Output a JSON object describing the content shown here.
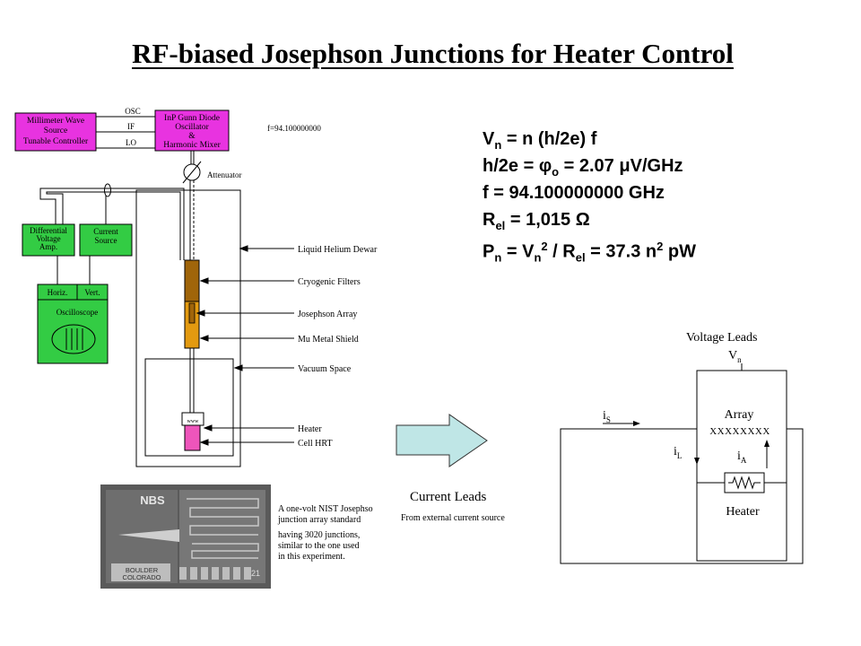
{
  "title": "RF-biased Josephson Junctions for Heater Control",
  "colors": {
    "magenta_box": "#e833e0",
    "green_box": "#33cc44",
    "filter_brown": "#a0650a",
    "shield_orange": "#e39a10",
    "heater_pink": "#ee55bb",
    "arrow_fill": "#bfe6e6"
  },
  "equations": {
    "line1": {
      "a": "V",
      "a_sub": "n",
      "rest": " = n (h/2e) f"
    },
    "line2": {
      "a": "h/2e = ",
      "phi": "φ",
      "phi_sub": "o",
      "rest": " = 2.07 ",
      "mu": "μ",
      "unit": "V/GHz"
    },
    "line3": {
      "text": "f = 94.100000000 GHz"
    },
    "line4": {
      "a": "R",
      "a_sub": "el",
      "rest": " = 1,015 ",
      "omega": "Ω"
    },
    "line5": {
      "a": "P",
      "a_sub": "n",
      "b": " = V",
      "b_sub": "n",
      "b_sup": "2",
      "c": " / R",
      "c_sub": "el",
      "d": " = 37.3 n",
      "d_sup": "2",
      "e": " pW"
    }
  },
  "apparatus": {
    "mm_wave_box": [
      "Millimeter Wave",
      "Source",
      "Tunable Controller"
    ],
    "gunn_box": [
      "InP Gunn Diode",
      "Oscillator",
      "&",
      "Harmonic Mixer"
    ],
    "osc": "OSC",
    "if": "IF",
    "lo": "LO",
    "freq": "f=94.100000000",
    "attenuator": "Attenuator",
    "diff_amp": [
      "Differential",
      "Voltage",
      "Amp."
    ],
    "current_source": [
      "Current",
      "Source"
    ],
    "horiz": "Horiz.",
    "vert": "Vert.",
    "oscilloscope": "Oscilloscope",
    "labels": [
      "Liquid Helium Dewar",
      "Cryogenic Filters",
      "Josephson Array",
      "Mu Metal Shield",
      "Vacuum Space",
      "Heater",
      "Cell HRT"
    ]
  },
  "photo": {
    "nbs": "NBS",
    "boulder": "BOULDER",
    "colorado": "COLORADO",
    "chip_num": "21",
    "caption": [
      "A one-volt NIST Josephso",
      "junction array standard",
      "having 3020 junctions,",
      "similar to the one used",
      "in this experiment."
    ]
  },
  "circuit": {
    "voltage_leads": "Voltage Leads",
    "vn": "V",
    "vn_sub": "n",
    "array": "Array",
    "xs": "XXXXXXXX",
    "is": "i",
    "is_sub": "S",
    "il": "i",
    "il_sub": "L",
    "ia": "i",
    "ia_sub": "A",
    "heater": "Heater",
    "current_leads": "Current Leads",
    "from_external": "From external current source"
  }
}
